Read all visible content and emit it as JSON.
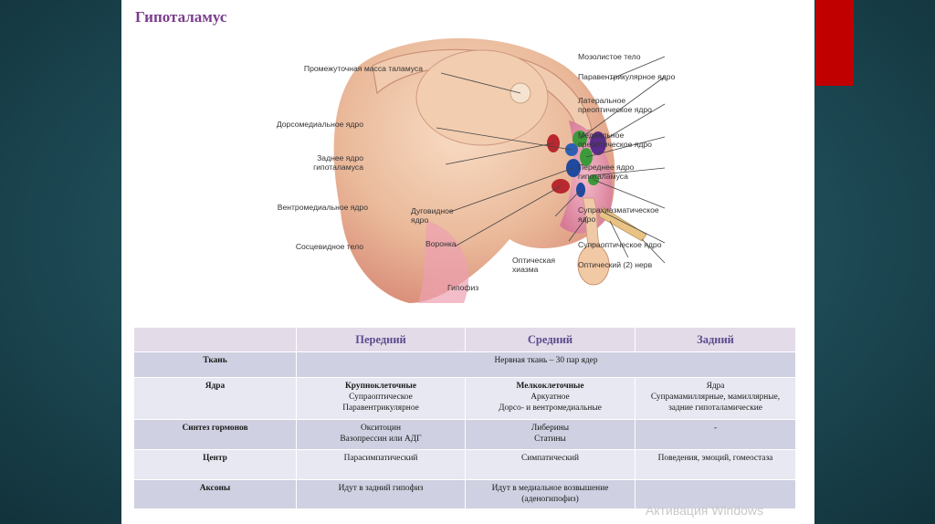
{
  "slide": {
    "title": "Гипоталамус",
    "figure_labels": {
      "left": [
        "Промежуточная масса таламуса",
        "Дорсомедиальное ядро",
        "Заднее ядро гипоталамуса",
        "Вентромедиальное ядро",
        "Сосцевидное тело"
      ],
      "right": [
        "Мозолистое тело",
        "Паравентрикулярное ядро",
        "Латеральное преоптическое ядро",
        "Медиальное преоптическое ядро",
        "Переднее ядро гипоталамуса",
        "Супрахиазматическое ядро",
        "Супраоптическое ядро",
        "Оптический (2) нерв"
      ],
      "bottom": [
        "Дуговидное ядро",
        "Воронка",
        "Оптическая хиазма",
        "Гипофиз"
      ]
    },
    "table": {
      "headers": [
        "",
        "Передний",
        "Средний",
        "Задний"
      ],
      "rows": [
        {
          "head": "Ткань",
          "merged": "Нервная ткань – 30 пар ядер"
        },
        {
          "head": "Ядра",
          "c1_bold": "Крупноклеточные",
          "c1_lines": [
            "Супраоптическое",
            "Паравентрикулярное"
          ],
          "c2_bold": "Мелкоклеточные",
          "c2_lines": [
            "Аркуатное",
            "Дорсо- и вентромедиальные"
          ],
          "c3_lines": [
            "Ядра",
            "Супрамамиллярные, мамиллярные,",
            "задние гипоталамические"
          ]
        },
        {
          "head": "Синтез гормонов",
          "c1_lines": [
            "Окситоцин",
            "Вазопрессин или АДГ"
          ],
          "c2_lines": [
            "Либерины",
            "Статины"
          ],
          "c3_lines": [
            "-"
          ]
        },
        {
          "head": "Центр",
          "c1_lines": [
            "Парасимпатический"
          ],
          "c2_lines": [
            "Симпатический"
          ],
          "c3_lines": [
            "Поведения, эмоций, гомеостаза"
          ]
        },
        {
          "head": "Аксоны",
          "c1_lines": [
            "Идут в задний гипофиз"
          ],
          "c2_lines": [
            "Идут в медиальное возвышение",
            "(аденогипофиз)"
          ],
          "c3_lines": [
            ""
          ]
        }
      ]
    }
  },
  "watermark": "Активация Windows"
}
